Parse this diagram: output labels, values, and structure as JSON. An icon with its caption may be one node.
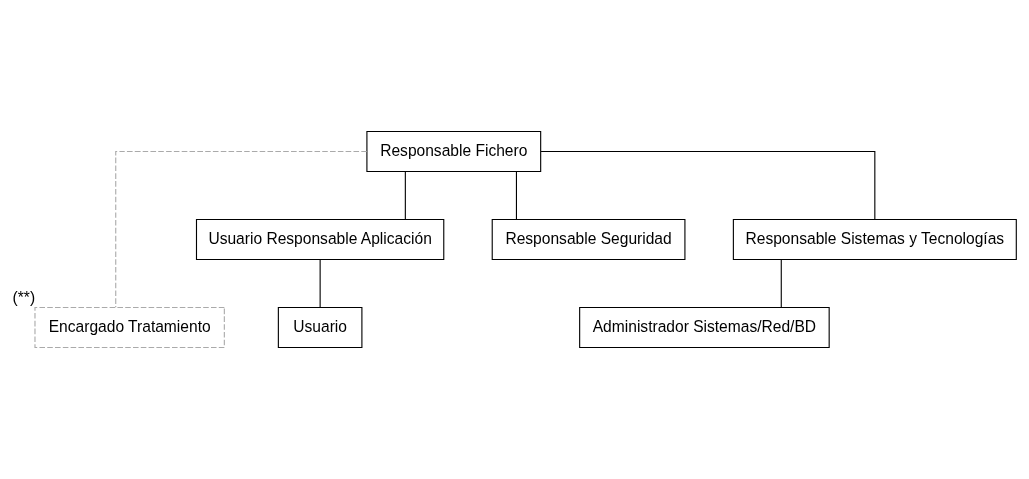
{
  "diagram": {
    "nodes": [
      {
        "text": [
          "Responsable Fichero"
        ]
      },
      {
        "text": [
          "Encargado Tratamiento"
        ],
        "beside": [
          "(**)"
        ]
      },
      {
        "text": [
          "Usuario Responsable Aplicación"
        ]
      },
      {
        "text": [
          "Responsable Seguridad"
        ]
      },
      {
        "text": [
          "Responsable Sistemas y Tecnologías"
        ]
      },
      {
        "text": [
          "Usuario"
        ]
      },
      {
        "text": [
          "Administrador Sistemas/Red/BD"
        ]
      }
    ],
    "edges": [
      {
        "from": 0,
        "to": 1,
        "arrow": "none",
        "style": "dashed",
        "color": "#aaaaaa"
      },
      {
        "from": 0,
        "to": 2,
        "arrow": "none"
      },
      {
        "from": 0,
        "to": 3,
        "arrow": "none"
      },
      {
        "from": 0,
        "to": 4,
        "arrow": "none"
      },
      {
        "from": 2,
        "to": 5,
        "arrow": "none"
      },
      {
        "from": 4,
        "to": 6,
        "arrow": "none"
      }
    ]
  }
}
